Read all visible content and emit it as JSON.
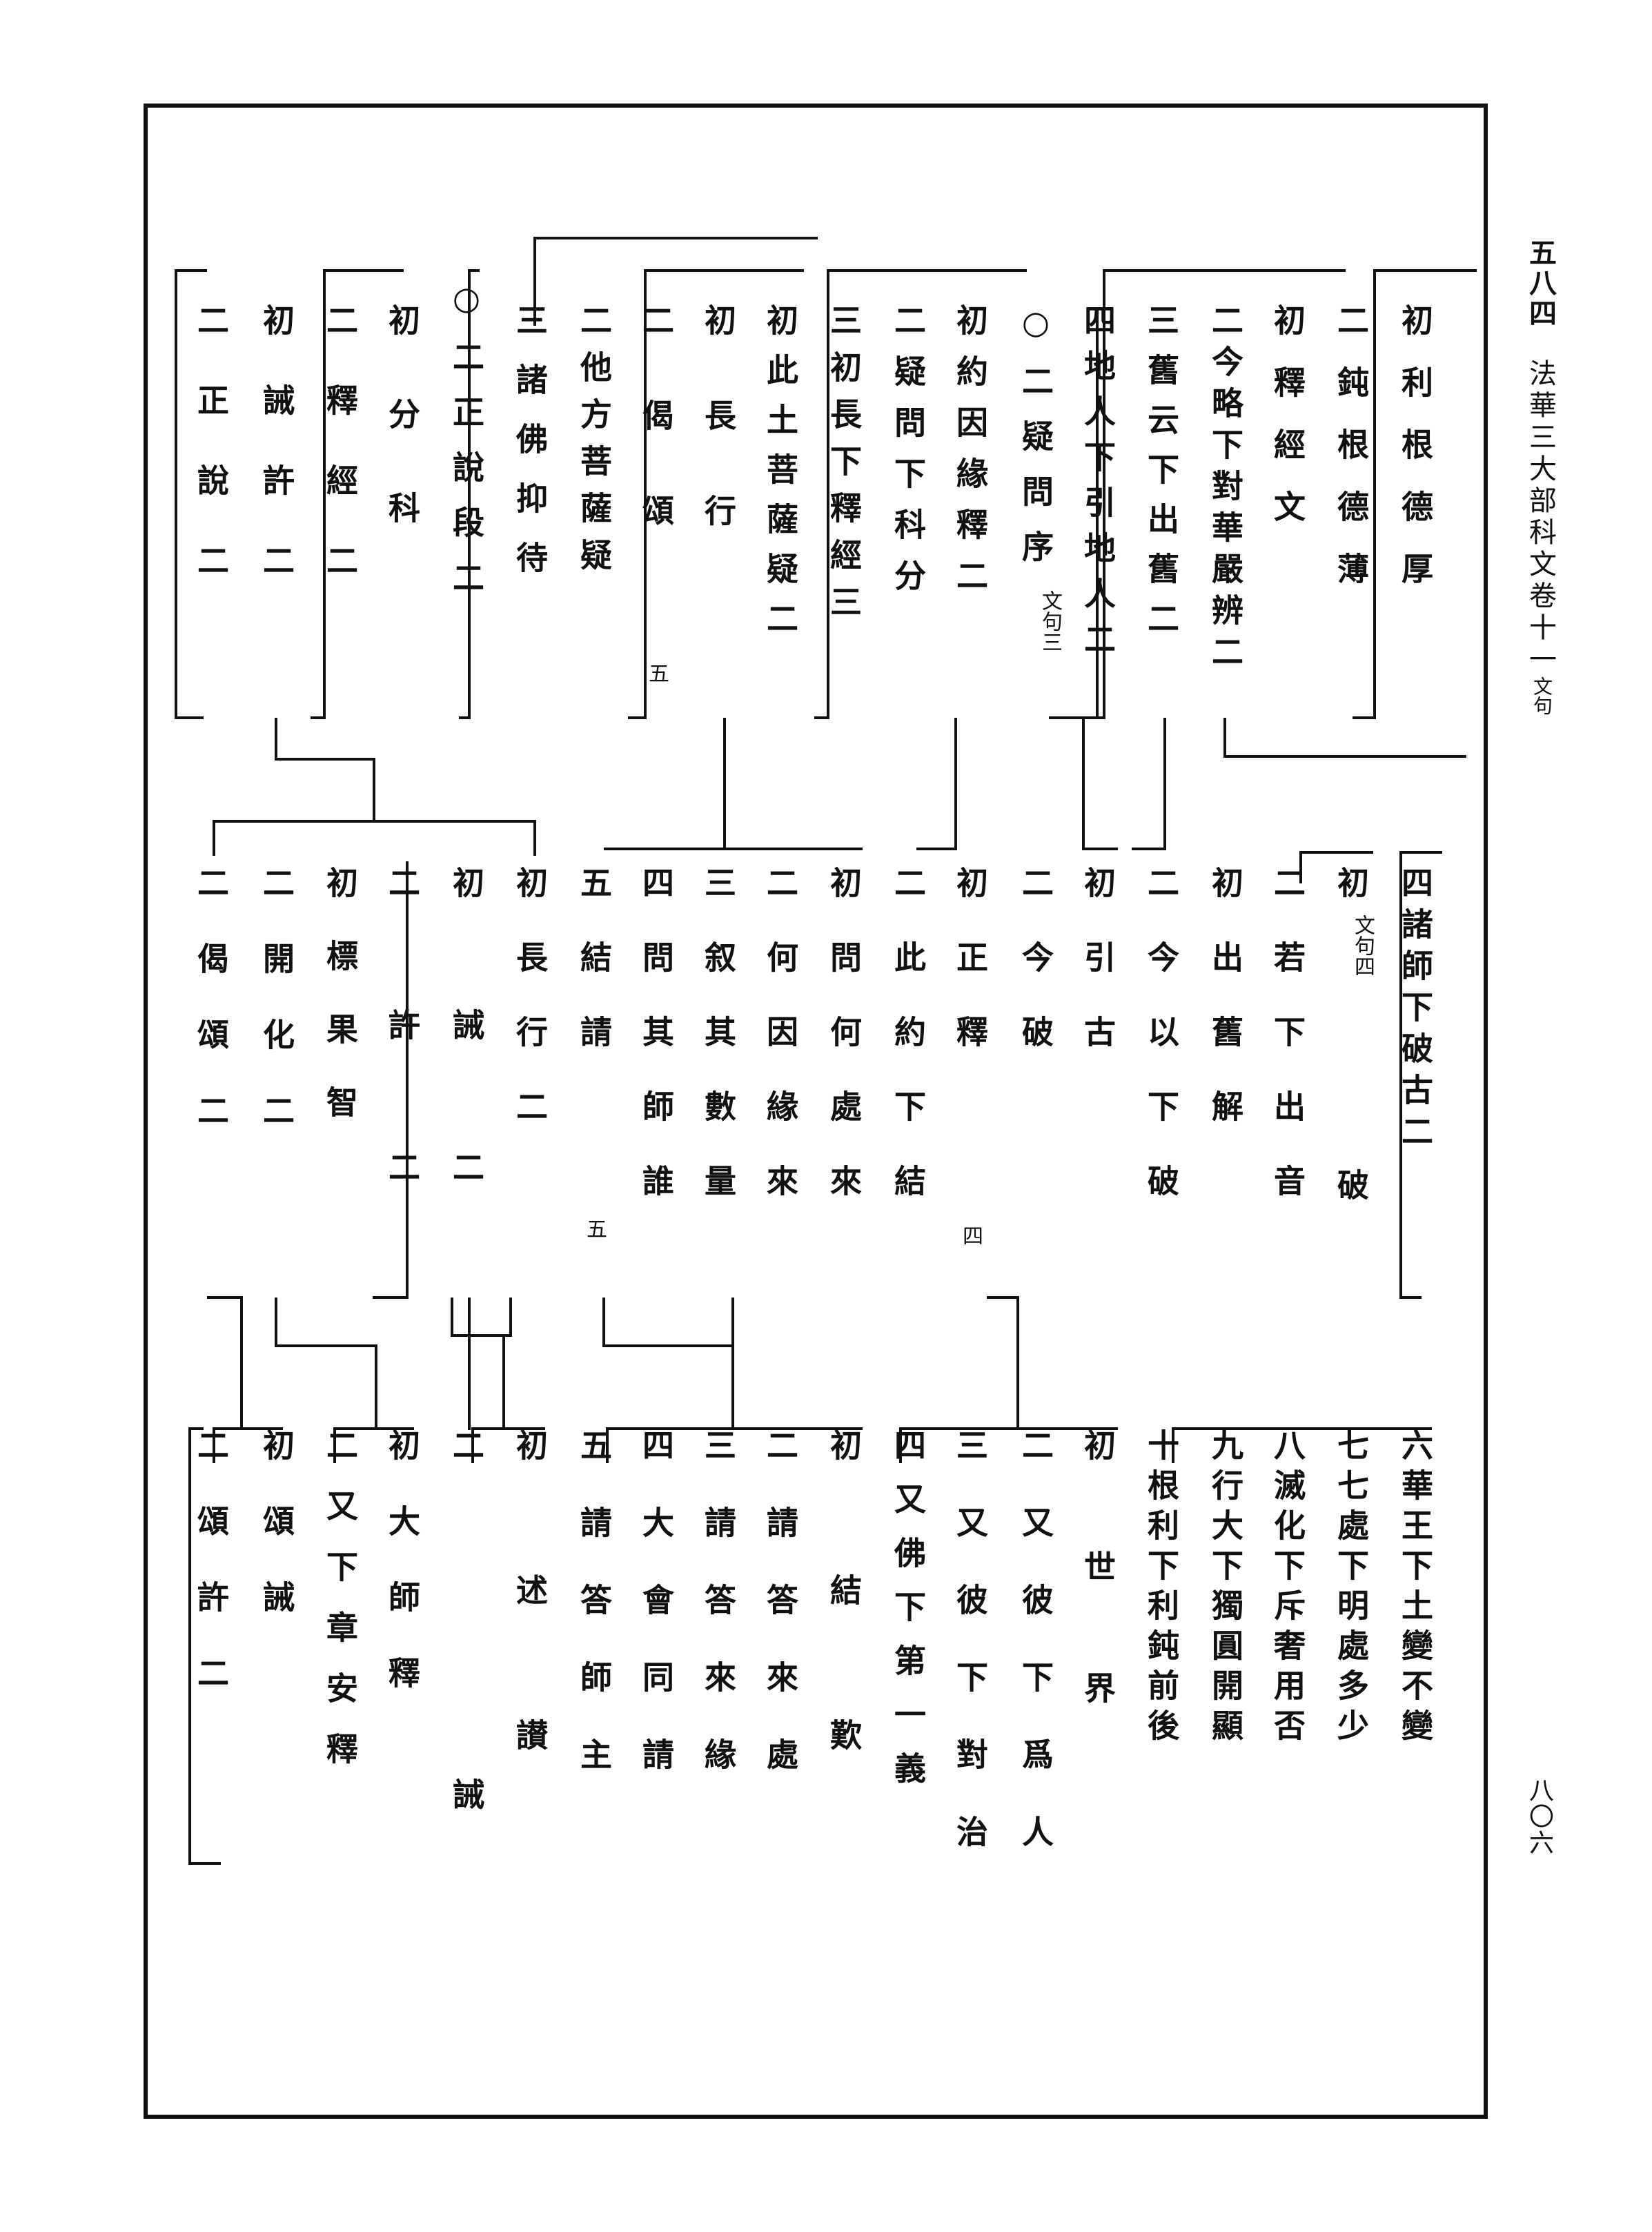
{
  "header": {
    "page_number": "五八四",
    "running_title": "法華三大部科文卷十一",
    "running_title_note": "文句",
    "footer_number": "八〇六"
  },
  "tiers": [
    {
      "nodes": [
        {
          "text": "初利根德厚"
        },
        {
          "text": "二鈍根德薄",
          "note": "文句四"
        },
        {
          "text": "初釋經文"
        },
        {
          "text": "二今略下對華嚴辨二"
        },
        {
          "text": "三舊云下出舊二"
        },
        {
          "text": "四地人下引地人二"
        },
        {
          "text": "○二疑問序",
          "note": "文句三"
        },
        {
          "text": "初約因緣釋二"
        },
        {
          "text": "二疑問下科分"
        },
        {
          "text": "三初長下釋經三"
        },
        {
          "text": "初此土菩薩疑二"
        },
        {
          "text": "初長行"
        },
        {
          "text": "二偈頌",
          "note": "五"
        },
        {
          "text": "二他方菩薩疑"
        },
        {
          "text": "三諸佛抑待"
        },
        {
          "text": "○二正說段二"
        },
        {
          "text": "初分科"
        },
        {
          "text": "二釋經二"
        },
        {
          "text": "初誡許二"
        },
        {
          "text": "二正說二"
        }
      ]
    },
    {
      "nodes": [
        {
          "text": "四諸師下破古二"
        },
        {
          "text": "初破"
        },
        {
          "text": "二若下出音"
        },
        {
          "text": "初出舊解"
        },
        {
          "text": "二今以下破"
        },
        {
          "text": "初引古"
        },
        {
          "text": "二今破"
        },
        {
          "text": "初正釋",
          "note": "四"
        },
        {
          "text": "二此約下結"
        },
        {
          "text": "初問何處來"
        },
        {
          "text": "二何因緣來"
        },
        {
          "text": "三叙其數量"
        },
        {
          "text": "四問其師誰"
        },
        {
          "text": "五結請",
          "note": "五"
        },
        {
          "text": "初長行二"
        },
        {
          "text": "初誡二"
        },
        {
          "text": "二許二"
        },
        {
          "text": "初標果智"
        },
        {
          "text": "二開化二"
        },
        {
          "text": "二偈頌二"
        }
      ]
    },
    {
      "nodes": [
        {
          "text": "六華王下土變不變"
        },
        {
          "text": "七七處下明處多少"
        },
        {
          "text": "八滅化下斥奢用否"
        },
        {
          "text": "九行大下獨圓開顯"
        },
        {
          "text": "十根利下利鈍前後"
        },
        {
          "text": "初世界"
        },
        {
          "text": "二又彼下爲人"
        },
        {
          "text": "三又彼下對治"
        },
        {
          "text": "四又佛下第一義"
        },
        {
          "text": "初結歎"
        },
        {
          "text": "二請答來處"
        },
        {
          "text": "三請答來緣"
        },
        {
          "text": "四大會同請"
        },
        {
          "text": "五請答師主"
        },
        {
          "text": "初述讃"
        },
        {
          "text": "二誡"
        },
        {
          "text": "初大師釋"
        },
        {
          "text": "二又下章安釋"
        },
        {
          "text": "初頌誡"
        },
        {
          "text": "二頌許二"
        }
      ]
    }
  ]
}
